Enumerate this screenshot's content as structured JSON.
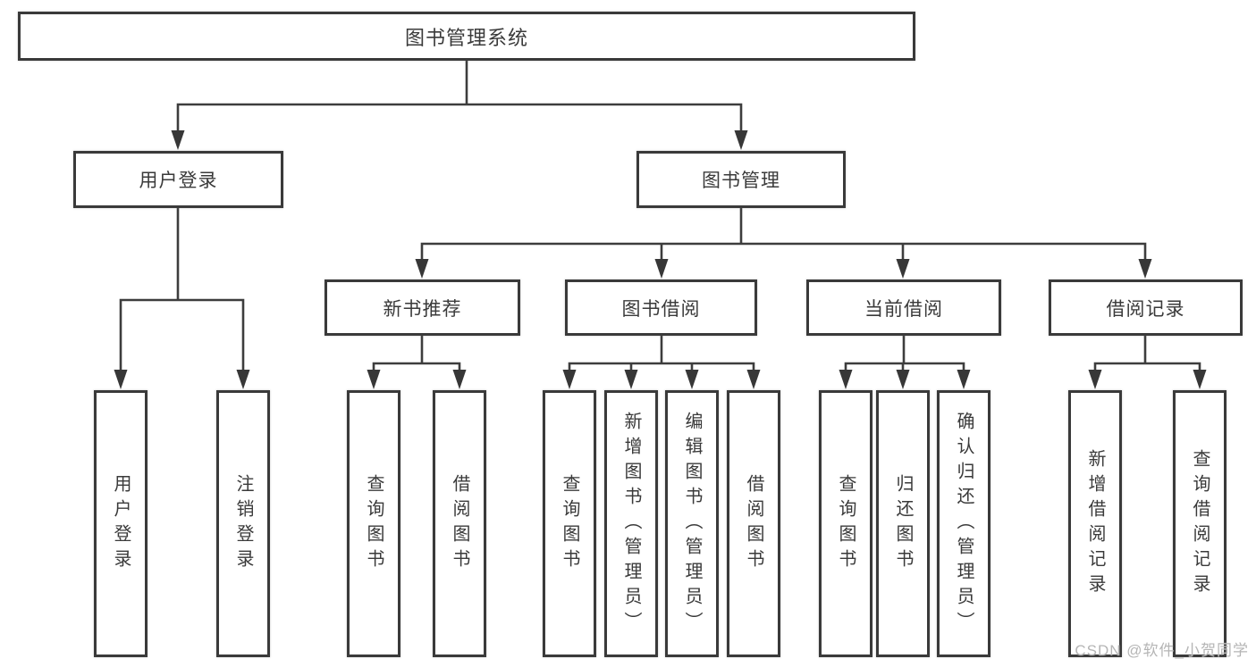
{
  "title": "图书管理系统",
  "level2": [
    {
      "label": "用户登录",
      "leaves": [
        "用户登录",
        "注销登录"
      ]
    },
    {
      "label": "图书管理",
      "children": [
        {
          "label": "新书推荐",
          "leaves": [
            "查询图书",
            "借阅图书"
          ]
        },
        {
          "label": "图书借阅",
          "leaves": [
            "查询图书",
            "新增图书（管理员）",
            "编辑图书（管理员）",
            "借阅图书"
          ]
        },
        {
          "label": "当前借阅",
          "leaves": [
            "查询图书",
            "归还图书",
            "确认归还（管理员）"
          ]
        },
        {
          "label": "借阅记录",
          "leaves": [
            "新增借阅记录",
            "查询借阅记录"
          ]
        }
      ]
    }
  ],
  "watermark": "CSDN @软件_小贺同学",
  "colors": {
    "line": "#3d3d3d",
    "text": "#3a3a3a",
    "watermark": "#b5b5b5",
    "background": "#ffffff"
  }
}
